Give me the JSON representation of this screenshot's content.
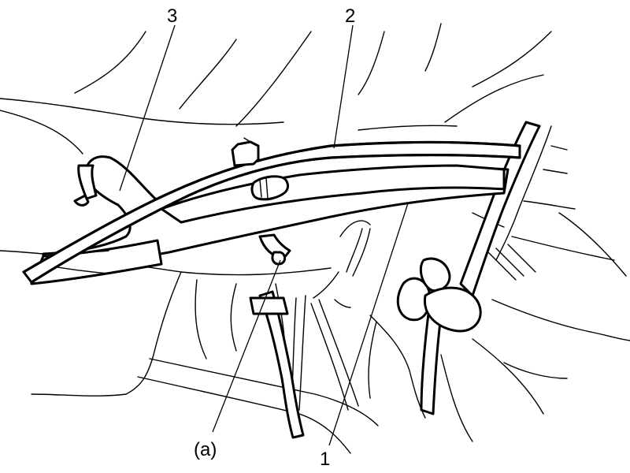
{
  "callouts": {
    "c1": "1",
    "c2": "2",
    "c3": "3",
    "ca": "(a)"
  }
}
